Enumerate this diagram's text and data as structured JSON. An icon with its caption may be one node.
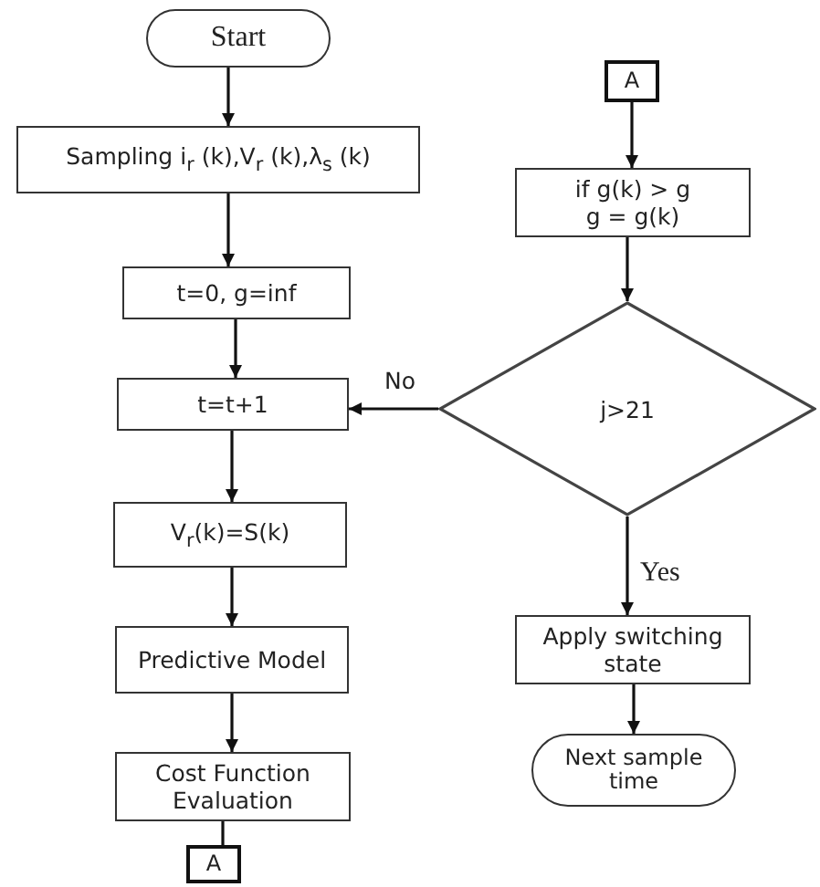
{
  "diagram": {
    "nodes": [
      {
        "text": [
          "Start"
        ]
      },
      {
        "text": [
          "Sampling  i$_{r}$ (k),V$_{r}$ (k),λ$_{s}$ (k)"
        ]
      },
      {
        "text": [
          "t=0, g=inf"
        ]
      },
      {
        "text": [
          "t=t+1"
        ]
      },
      {
        "text": [
          "V$_{r}$(k)=S(k)"
        ]
      },
      {
        "text": [
          "Predictive Model"
        ]
      },
      {
        "text": [
          "Cost Function Evaluation"
        ]
      },
      {
        "text": [
          "A"
        ]
      },
      {
        "text": [
          "A"
        ]
      },
      {
        "text": [
          "if g(k) > g",
          "g = g(k)"
        ]
      },
      {
        "text": [
          "j>21"
        ]
      },
      {
        "text": [
          "Apply switching state"
        ]
      },
      {
        "text": [
          "Next sample time"
        ]
      }
    ],
    "edges": [
      {
        "from": 0,
        "to": 1,
        "arrow": "to"
      },
      {
        "from": 1,
        "to": 2,
        "arrow": "to"
      },
      {
        "from": 2,
        "to": 3,
        "arrow": "to"
      },
      {
        "from": 3,
        "to": 4,
        "arrow": "to"
      },
      {
        "from": 4,
        "to": 5,
        "arrow": "to"
      },
      {
        "from": 5,
        "to": 6,
        "arrow": "to"
      },
      {
        "from": 6,
        "to": 7,
        "arrow": "none"
      },
      {
        "from": 8,
        "to": 9,
        "arrow": "to"
      },
      {
        "from": 9,
        "to": 10,
        "arrow": "to"
      },
      {
        "from": 10,
        "to": 3,
        "arrow": "to",
        "label": "No"
      },
      {
        "from": 10,
        "to": 11,
        "arrow": "to",
        "label": "Yes"
      },
      {
        "from": 11,
        "to": 12,
        "arrow": "to"
      }
    ]
  }
}
